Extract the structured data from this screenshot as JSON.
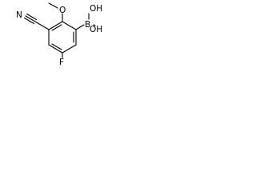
{
  "molecule": {
    "atom_labels": {
      "boron": "B",
      "hydroxyl_top": "OH",
      "hydroxyl_bottom": "OH",
      "fluorine": "F",
      "methoxy_oxygen": "O",
      "nitrile_nitrogen": "N"
    }
  }
}
